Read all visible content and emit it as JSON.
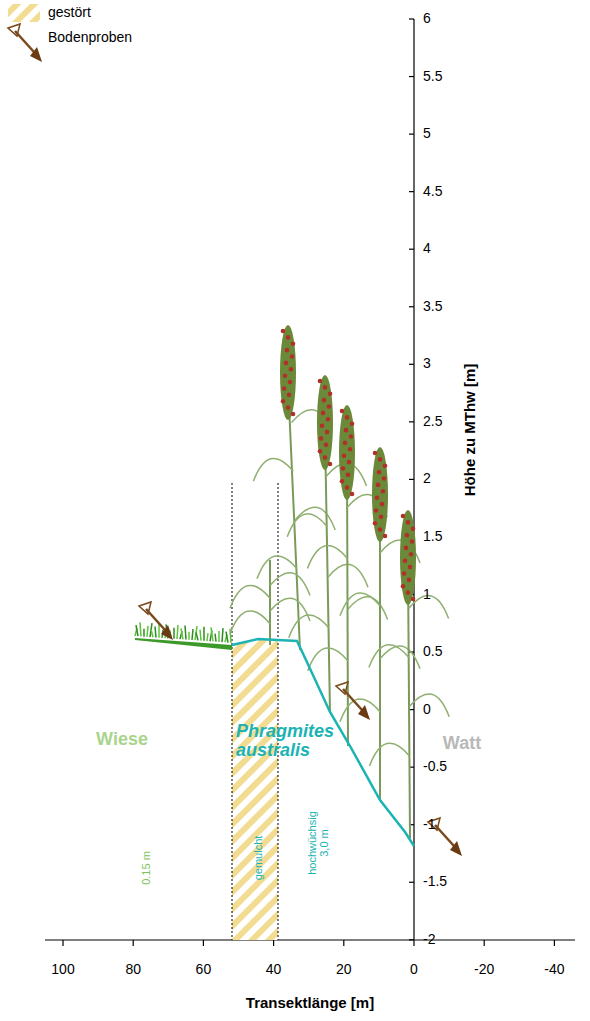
{
  "diagram": {
    "labels": [
      "6",
      "5.5",
      "5",
      "4.5",
      "4",
      "3.5",
      "3",
      "2.5",
      "2",
      "1.5",
      "1",
      "0.5",
      "0",
      "-0.5",
      "-1",
      "-1.5",
      "-2",
      "Höhe zu MThw [m]",
      "100",
      "80",
      "60",
      "40",
      "20",
      "0",
      "-20",
      "-40",
      "Transektlänge [m]",
      "Wiese",
      "Phragmites australis",
      "Watt",
      "0.15 m",
      "gemulcht",
      "hochwüchsig 3,0 m"
    ],
    "legend": [
      {
        "text": "gestört"
      },
      {
        "text": "Bodenproben"
      }
    ]
  }
}
